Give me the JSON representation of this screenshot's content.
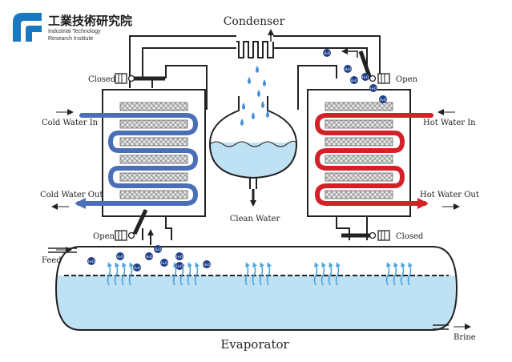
{
  "logo": {
    "org_name_zh": "工業技術研究院",
    "org_name_en_line1": "Industrial Technology",
    "org_name_en_line2": "Research Institute",
    "brand_color": "#1a78c2"
  },
  "labels": {
    "condenser": "Condenser",
    "evaporator": "Evaporator",
    "clean_water": "Clean Water",
    "cold_water_in": "Cold Water In",
    "cold_water_out": "Cold Water Out",
    "hot_water_in": "Hot Water In",
    "hot_water_out": "Hot Water Out",
    "feed": "Feed",
    "brine": "Brine",
    "valve_left_top": "Closed",
    "valve_left_bottom": "Open",
    "valve_right_top": "Open",
    "valve_right_bottom": "Closed",
    "vapor": "H₂O"
  },
  "colors": {
    "cold_loop": "#4a6fb5",
    "hot_loop": "#d42027",
    "water": "#bfe1f4",
    "vapor_arrows": "#4aa3dc",
    "vapor_bubble": "#1f3f8a",
    "droplet": "#4a8fd6",
    "outline": "#222222"
  }
}
